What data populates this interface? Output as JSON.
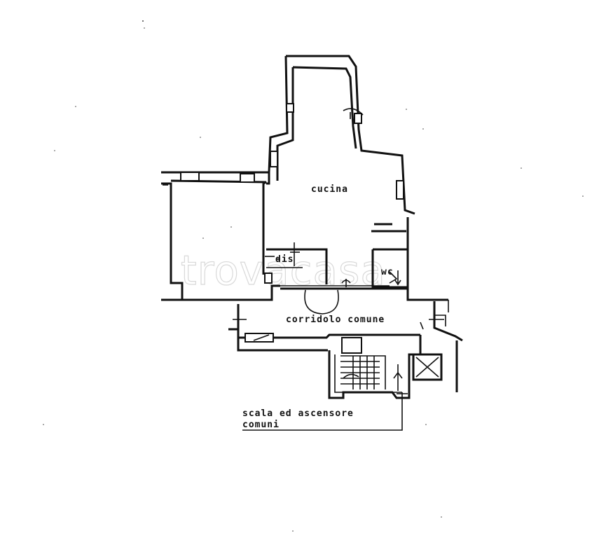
{
  "rooms": {
    "kitchen": "cucina",
    "landing": "dis",
    "toilet": "wc",
    "hallway": "corridolo comune"
  },
  "note": {
    "line1": "scala ed ascensore",
    "line2": "comuni"
  },
  "watermark": "trovacasa"
}
